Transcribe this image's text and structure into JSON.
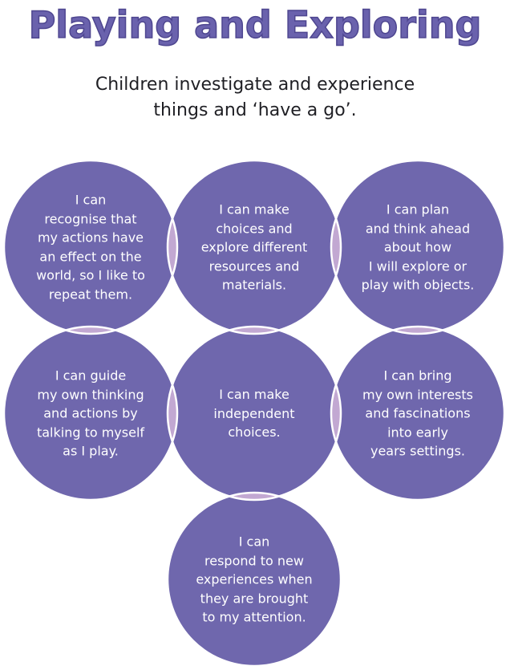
{
  "title": "Playing and Exploring",
  "subtitle_line1": "Children investigate and experience",
  "subtitle_line2": "things and ‘have a go’.",
  "colors": {
    "circle": "#6f67ad",
    "overlap": "#c2a8d2",
    "title": "#6a62ad"
  },
  "circles": [
    {
      "lines": [
        "I can",
        "recognise that",
        "my actions have",
        "an effect on the",
        "world, so I like to",
        "repeat them."
      ]
    },
    {
      "lines": [
        "I can make",
        "choices and",
        "explore different",
        "resources and",
        "materials."
      ]
    },
    {
      "lines": [
        "I can plan",
        "and think ahead",
        "about how",
        "I will explore or",
        "play with objects."
      ]
    },
    {
      "lines": [
        "I can guide",
        "my own thinking",
        "and actions by",
        "talking to myself",
        "as I play."
      ]
    },
    {
      "lines": [
        "I can make",
        "independent",
        "choices."
      ]
    },
    {
      "lines": [
        "I can bring",
        "my own interests",
        "and fascinations",
        "into early",
        "years settings."
      ]
    },
    {
      "lines": [
        "I can",
        "respond to new",
        "experiences when",
        "they are brought",
        "to my attention."
      ]
    }
  ]
}
